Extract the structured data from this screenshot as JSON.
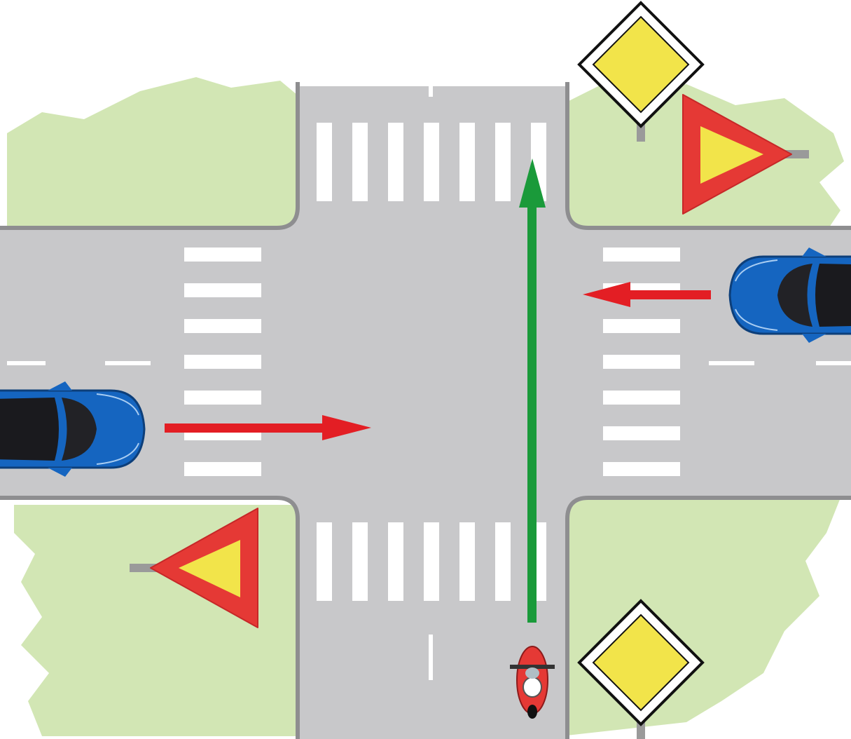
{
  "scene": {
    "type": "road-intersection",
    "colors": {
      "grass": "#d2e6b4",
      "road": "#c8c8ca",
      "road_edge": "#8e8e90",
      "marking": "#ffffff",
      "car_body": "#1565c0",
      "car_glass": "#222226",
      "motorcycle": "#e53935",
      "arrow_main": "#e31e24",
      "arrow_priority": "#1a9a3a",
      "sign_yellow": "#f2e44a",
      "sign_red": "#e53935",
      "sign_post": "#9a9a9a"
    },
    "vehicles": [
      {
        "id": "car-west",
        "kind": "car",
        "heading": "east"
      },
      {
        "id": "car-east",
        "kind": "car",
        "heading": "west"
      },
      {
        "id": "motorcycle-south",
        "kind": "motorcycle",
        "heading": "north"
      }
    ],
    "signs": [
      {
        "id": "priority-road-sign-north",
        "kind": "priority-road",
        "corner": "north-east"
      },
      {
        "id": "yield-sign-east",
        "kind": "yield",
        "corner": "north-east",
        "facing": "west-approach"
      },
      {
        "id": "yield-sign-west",
        "kind": "yield",
        "corner": "south-west",
        "facing": "east-approach"
      },
      {
        "id": "priority-road-sign-south",
        "kind": "priority-road",
        "corner": "south-east"
      }
    ],
    "movements": [
      {
        "id": "arrow-car-west",
        "vehicle": "car-west",
        "direction": "straight-east"
      },
      {
        "id": "arrow-car-east",
        "vehicle": "car-east",
        "direction": "straight-west"
      },
      {
        "id": "arrow-motorcycle",
        "vehicle": "motorcycle-south",
        "direction": "straight-north"
      }
    ]
  }
}
